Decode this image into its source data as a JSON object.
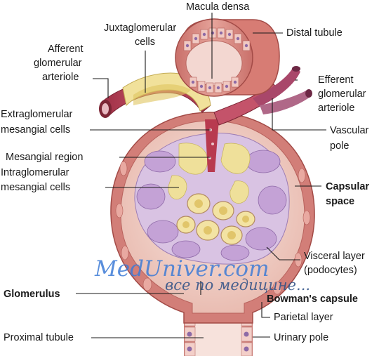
{
  "labels": {
    "macula_densa": "Macula densa",
    "juxtaglomerular_1": "Juxtaglomerular",
    "juxtaglomerular_2": "cells",
    "distal_tubule": "Distal tubule",
    "afferent_1": "Afferent",
    "afferent_2": "glomerular",
    "afferent_3": "arteriole",
    "efferent_1": "Efferent",
    "efferent_2": "glomerular",
    "efferent_3": "arteriole",
    "extraglomerular_1": "Extraglomerular",
    "extraglomerular_2": "mesangial cells",
    "vascular_pole_1": "Vascular",
    "vascular_pole_2": "pole",
    "mesangial_region": "Mesangial region",
    "intraglomerular_1": "Intraglomerular",
    "intraglomerular_2": "mesangial cells",
    "capsular_space_1": "Capsular",
    "capsular_space_2": "space",
    "visceral_layer_1": "Visceral layer",
    "visceral_layer_2": "(podocytes)",
    "glomerulus": "Glomerulus",
    "bowmans_capsule": "Bowman's capsule",
    "parietal_layer": "Parietal layer",
    "proximal_tubule": "Proximal tubule",
    "urinary_pole": "Urinary pole"
  },
  "watermark": {
    "line1": "MedUniver.com",
    "line2": "все по медицине..."
  },
  "colors": {
    "capsule": "#d98a84",
    "capsule_dark": "#a94f4a",
    "capsular_space": "#f2d7cf",
    "vessel": "#b83a4f",
    "mesangium": "#efe19a",
    "podocyte": "#c8a8d8",
    "cell_pink": "#f0c4c0",
    "nucleus": "#b08ab8"
  }
}
